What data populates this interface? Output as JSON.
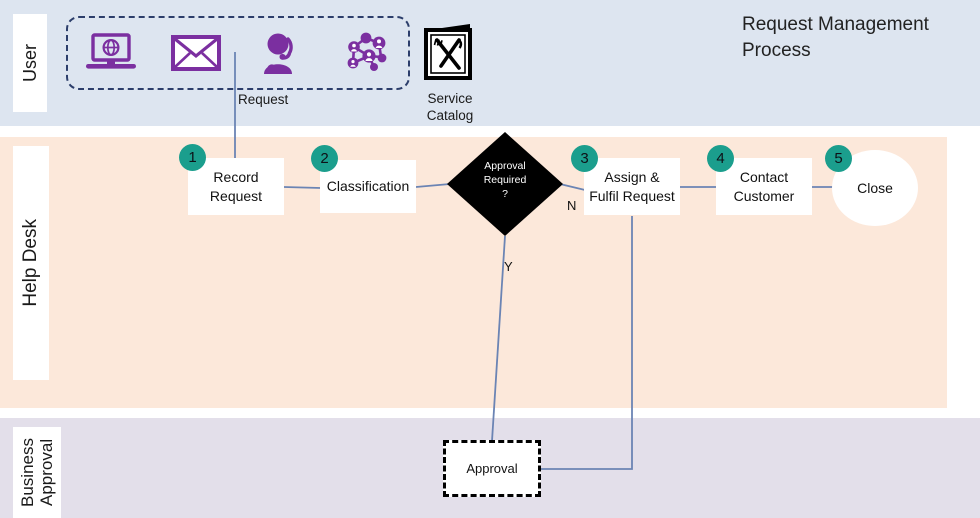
{
  "title": "Request Management Process",
  "lanes": [
    {
      "id": "user",
      "label": "User",
      "color": "#dde5f0"
    },
    {
      "id": "helpdesk",
      "label": "Help Desk",
      "color": "#fce8da"
    },
    {
      "id": "business",
      "label": "Business\nApproval",
      "color": "#e3dfea"
    }
  ],
  "lane_labels": {
    "user": "User",
    "helpdesk": "Help Desk",
    "business_line1": "Business",
    "business_line2": "Approval"
  },
  "channels": {
    "group_label": "Request",
    "icons": [
      {
        "name": "laptop-web-icon",
        "label": "Web Portal"
      },
      {
        "name": "email-envelope-icon",
        "label": "Email"
      },
      {
        "name": "phone-agent-icon",
        "label": "Phone"
      },
      {
        "name": "social-network-icon",
        "label": "Social"
      }
    ]
  },
  "service_catalog": {
    "icon": "service-catalog-menu-icon",
    "label_line1": "Service",
    "label_line2": "Catalog"
  },
  "nodes": [
    {
      "id": "record",
      "badge": "1",
      "line1": "Record",
      "line2": "Request",
      "shape": "process"
    },
    {
      "id": "classification",
      "badge": "2",
      "line1": "Classification",
      "line2": "",
      "shape": "process"
    },
    {
      "id": "approval-required",
      "badge": "",
      "line1": "Approval",
      "line2": "Required",
      "line3": "?",
      "shape": "decision"
    },
    {
      "id": "assign",
      "badge": "3",
      "line1": "Assign &",
      "line2": "Fulfil Request",
      "shape": "process"
    },
    {
      "id": "contact",
      "badge": "4",
      "line1": "Contact",
      "line2": "Customer",
      "shape": "process"
    },
    {
      "id": "close",
      "badge": "5",
      "line1": "Close",
      "line2": "",
      "shape": "terminator"
    },
    {
      "id": "approval",
      "badge": "",
      "line1": "Approval",
      "line2": "",
      "shape": "external-process"
    }
  ],
  "edge_labels": {
    "no": "N",
    "yes": "Y"
  },
  "colors": {
    "badge": "#1b9e8d",
    "connector": "#6b84b4",
    "dashed_group": "#2c3e6b",
    "icon_purple": "#7b2fa0",
    "decision_fill": "#000000"
  }
}
